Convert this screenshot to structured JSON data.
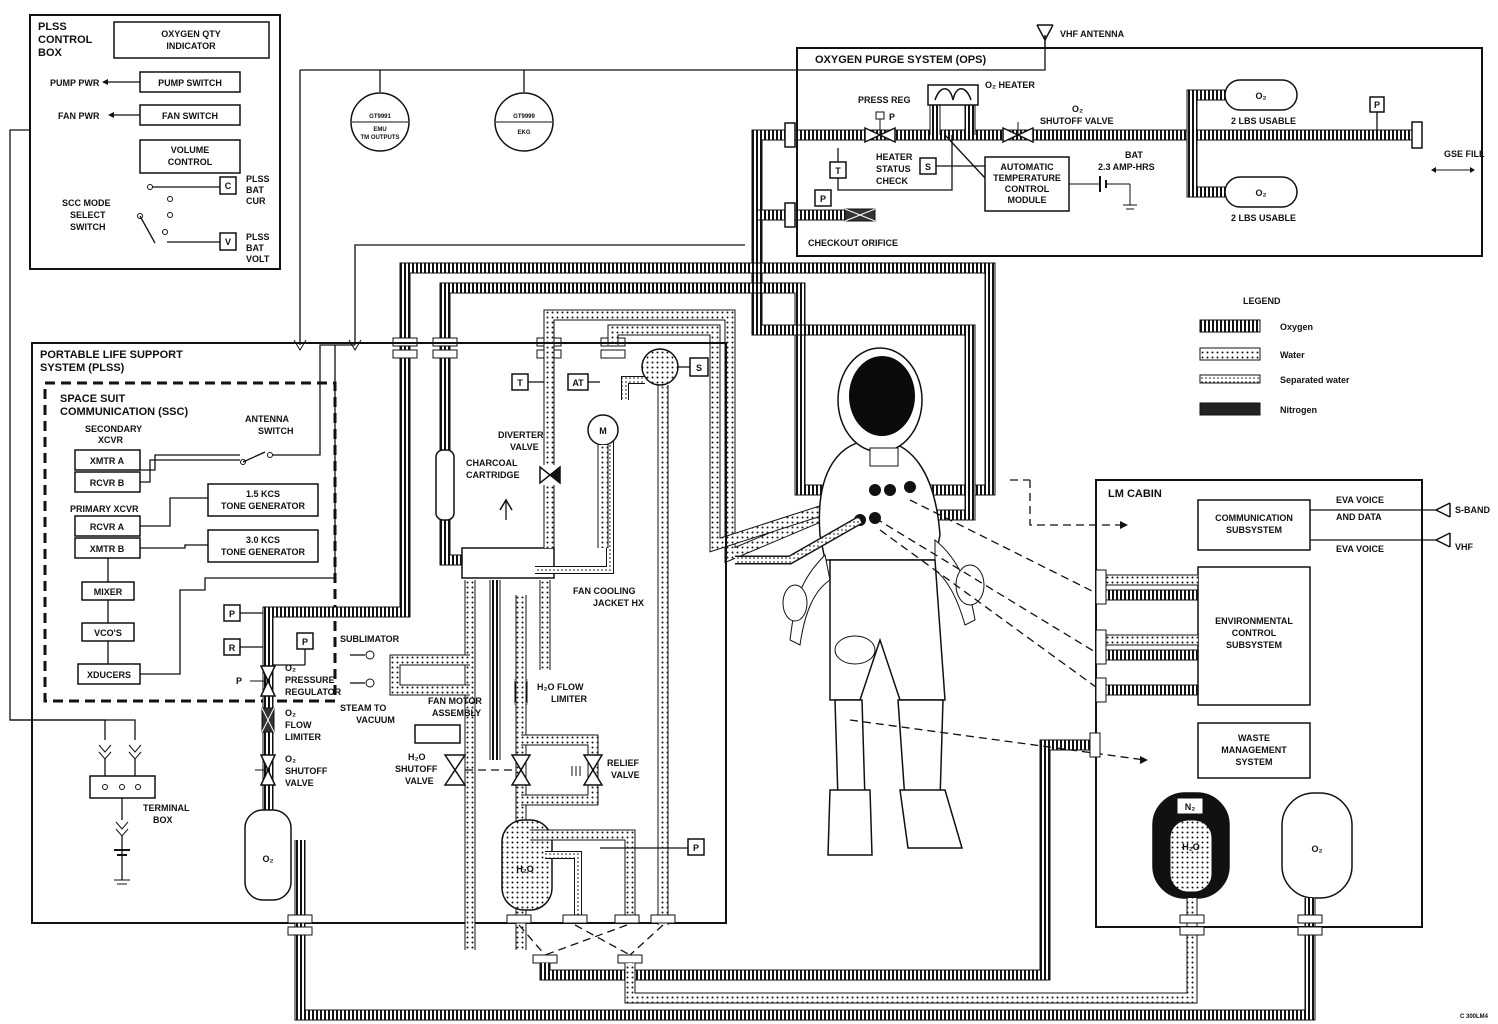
{
  "control_box": {
    "title_1": "PLSS",
    "title_2": "CONTROL",
    "title_3": "BOX",
    "oxygen_qty_1": "OXYGEN QTY",
    "oxygen_qty_2": "INDICATOR",
    "pump_switch": "PUMP SWITCH",
    "pump_pwr": "PUMP PWR",
    "fan_switch": "FAN SWITCH",
    "fan_pwr": "FAN PWR",
    "volume_1": "VOLUME",
    "volume_2": "CONTROL",
    "scc_1": "SCC MODE",
    "scc_2": "SELECT",
    "scc_3": "SWITCH",
    "c_box": "C",
    "v_box": "V",
    "bat_cur_1": "PLSS",
    "bat_cur_2": "BAT",
    "bat_cur_3": "CUR",
    "bat_volt_1": "PLSS",
    "bat_volt_2": "BAT",
    "bat_volt_3": "VOLT"
  },
  "gauges": {
    "g1_code": "GT9991",
    "g1_a": "EMU",
    "g1_b": "TM OUTPUTS",
    "g2_code": "GT9999",
    "g2_a": "EKG"
  },
  "vhf_antenna": "VHF ANTENNA",
  "ops": {
    "title": "OXYGEN PURGE SYSTEM (OPS)",
    "press_reg": "PRESS REG",
    "p": "P",
    "o2_heater": "O₂ HEATER",
    "o2_shutoff_1": "O₂",
    "o2_shutoff_2": "SHUTOFF VALVE",
    "heater_1": "HEATER",
    "heater_2": "STATUS",
    "heater_3": "CHECK",
    "t": "T",
    "s": "S",
    "atc_1": "AUTOMATIC",
    "atc_2": "TEMPERATURE",
    "atc_3": "CONTROL",
    "atc_4": "MODULE",
    "bat_1": "BAT",
    "bat_2": "2.3 AMP-HRS",
    "tank_label": "O₂",
    "usable_1": "2 LBS USABLE",
    "usable_2": "2 LBS USABLE",
    "checkout": "CHECKOUT ORIFICE",
    "gse_fill": "GSE FILL"
  },
  "legend": {
    "title": "LEGEND",
    "oxygen": "Oxygen",
    "water": "Water",
    "separated_water": "Separated water",
    "nitrogen": "Nitrogen"
  },
  "plss": {
    "title_1": "PORTABLE LIFE SUPPORT",
    "title_2": "SYSTEM (PLSS)",
    "ssc_1": "SPACE SUIT",
    "ssc_2": "COMMUNICATION (SSC)",
    "secondary_1": "SECONDARY",
    "secondary_2": "XCVR",
    "xmtr_a": "XMTR A",
    "rcvr_b": "RCVR B",
    "primary": "PRIMARY XCVR",
    "rcvr_a": "RCVR A",
    "xmtr_b": "XMTR B",
    "mixer": "MIXER",
    "vcos": "VCO'S",
    "xducers": "XDUCERS",
    "antenna_switch_1": "ANTENNA",
    "antenna_switch_2": "SWITCH",
    "tone15_1": "1.5 KCS",
    "tone15_2": "TONE GENERATOR",
    "tone30_1": "3.0 KCS",
    "tone30_2": "TONE GENERATOR",
    "terminal_1": "TERMINAL",
    "terminal_2": "BOX",
    "o2_reg_1": "O₂",
    "o2_reg_2": "PRESSURE",
    "o2_reg_3": "REGULATOR",
    "o2_flow_1": "O₂",
    "o2_flow_2": "FLOW",
    "o2_flow_3": "LIMITER",
    "o2_shut_1": "O₂",
    "o2_shut_2": "SHUTOFF",
    "o2_shut_3": "VALVE",
    "o2_tank": "O₂",
    "p": "P",
    "r": "R",
    "sublimator": "SUBLIMATOR",
    "steam_1": "STEAM TO",
    "steam_2": "VACUUM",
    "fan_motor_1": "FAN MOTOR",
    "fan_motor_2": "ASSEMBLY",
    "charcoal_1": "CHARCOAL",
    "charcoal_2": "CARTRIDGE",
    "diverter_1": "DIVERTER",
    "diverter_2": "VALVE",
    "t": "T",
    "at": "AT",
    "m": "M",
    "s": "S",
    "fan_cooling_1": "FAN COOLING",
    "fan_cooling_2": "JACKET HX",
    "h2o_flow_1": "H₂O FLOW",
    "h2o_flow_2": "LIMITER",
    "h2o_shut_1": "H₂O",
    "h2o_shut_2": "SHUTOFF",
    "h2o_shut_3": "VALVE",
    "relief_1": "RELIEF",
    "relief_2": "VALVE",
    "h2o": "H₂O"
  },
  "lm": {
    "title": "LM CABIN",
    "comm_1": "COMMUNICATION",
    "comm_2": "SUBSYSTEM",
    "eva_voice_data_1": "EVA VOICE",
    "eva_voice_data_2": "AND DATA",
    "eva_voice": "EVA VOICE",
    "s_band": "S-BAND",
    "vhf": "VHF",
    "ecs_1": "ENVIRONMENTAL",
    "ecs_2": "CONTROL",
    "ecs_3": "SUBSYSTEM",
    "waste_1": "WASTE",
    "waste_2": "MANAGEMENT",
    "waste_3": "SYSTEM",
    "n2": "N₂",
    "h2o": "H₂O",
    "o2": "O₂"
  },
  "footer_code": "C 300LM4",
  "colors": {
    "ink": "#111111",
    "paper": "#ffffff",
    "visor": "#0a0a0a"
  }
}
